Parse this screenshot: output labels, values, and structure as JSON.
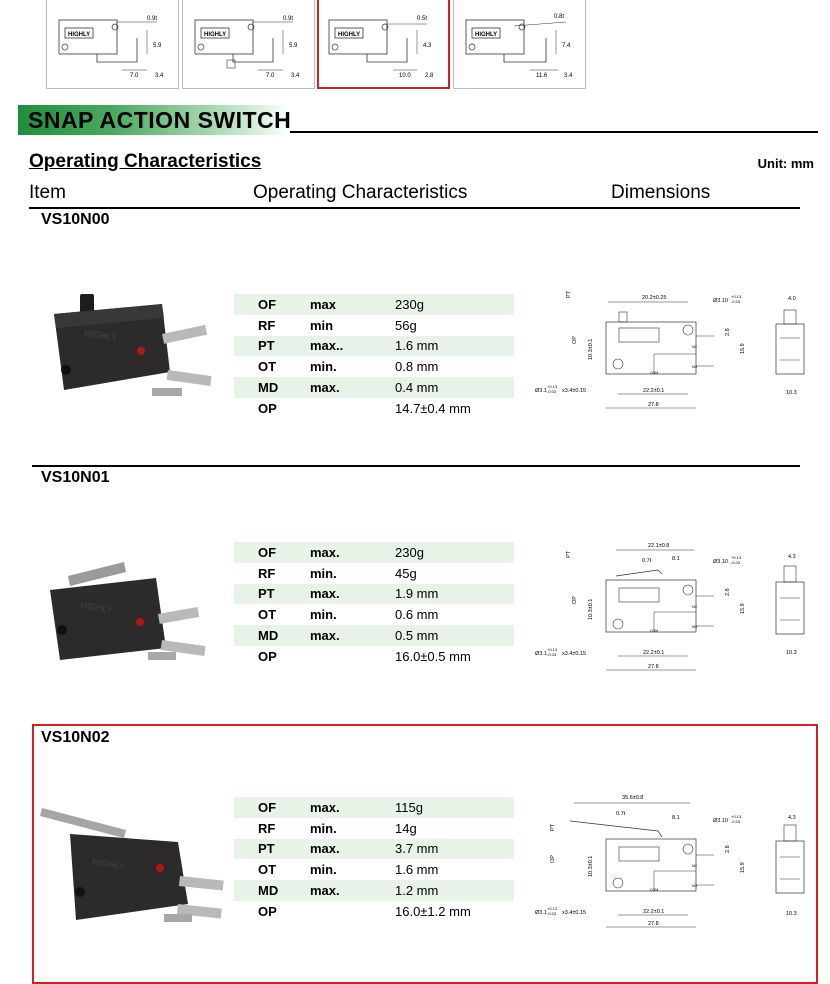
{
  "thumbnails": [
    {
      "brand": "HIGHLY",
      "top_dim": "0.9t",
      "side_dim": "5.9",
      "bottom_dim": "7.0",
      "corner_dim": "3.4"
    },
    {
      "brand": "HIGHLY",
      "top_dim": "0.9t",
      "side_dim": "5.9",
      "bottom_dim": "7.0",
      "corner_dim": "3.4"
    },
    {
      "brand": "HIGHLY",
      "top_dim": "0.5t",
      "side_dim": "4.3",
      "bottom_dim": "10.0",
      "corner_dim": "2.8"
    },
    {
      "brand": "HIGHLY",
      "top_dim": "0.8t",
      "side_dim": "7.4",
      "bottom_dim": "11.6",
      "corner_dim": "3.4"
    }
  ],
  "banner": {
    "title": "SNAP ACTION SWITCH",
    "accent_color": "#1f8e3e"
  },
  "section": {
    "title": "Operating Characteristics",
    "unit": "Unit: mm"
  },
  "columns": {
    "item": "Item",
    "characteristics": "Operating Characteristics",
    "dimensions": "Dimensions"
  },
  "models": [
    {
      "name": "VS10N00",
      "specs": [
        {
          "code": "OF",
          "limit": "max",
          "value": "230g"
        },
        {
          "code": "RF",
          "limit": "min",
          "value": "56g"
        },
        {
          "code": "PT",
          "limit": "max..",
          "value": "1.6 mm"
        },
        {
          "code": "OT",
          "limit": "min.",
          "value": "0.8 mm"
        },
        {
          "code": "MD",
          "limit": "max.",
          "value": "0.4 mm"
        },
        {
          "code": "OP",
          "limit": "",
          "value": "14.7±0.4 mm"
        }
      ],
      "drawing": {
        "top_width": "20.2±0.25",
        "hole": "Ø3.10",
        "hole_tol_plus": "+0.13",
        "hole_tol_minus": "-0.03",
        "side_width": "4.0",
        "side_bottom": "10.3",
        "height_a": "2.8",
        "height_b": "15.9",
        "op_dim": "10.3±0.1",
        "mount": "Ø3.1",
        "mount_tol_plus": "+0.13",
        "mount_tol_minus": "-0.03",
        "mount_spacing": "x3.4±0.15",
        "pitch": "22.2±0.1",
        "length": "27.8",
        "pt": "PT",
        "op": "OP",
        "nc": "NC",
        "no": "NO",
        "com": "COM"
      }
    },
    {
      "name": "VS10N01",
      "specs": [
        {
          "code": "OF",
          "limit": "max.",
          "value": "230g"
        },
        {
          "code": "RF",
          "limit": "min.",
          "value": "45g"
        },
        {
          "code": "PT",
          "limit": "max.",
          "value": "1.9 mm"
        },
        {
          "code": "OT",
          "limit": "min.",
          "value": "0.6 mm"
        },
        {
          "code": "MD",
          "limit": "max.",
          "value": "0.5 mm"
        },
        {
          "code": "OP",
          "limit": "",
          "value": "16.0±0.5 mm"
        }
      ],
      "drawing": {
        "top_width": "22.1±0.8",
        "lever_t": "0.7t",
        "lever_dim": "8.1",
        "hole": "Ø3.10",
        "hole_tol_plus": "+0.13",
        "hole_tol_minus": "-0.03",
        "side_width": "4.3",
        "side_bottom": "10.3",
        "height_a": "2.8",
        "height_b": "15.9",
        "op_dim": "10.3±0.1",
        "mount": "Ø3.1",
        "mount_tol_plus": "+0.13",
        "mount_tol_minus": "-0.03",
        "mount_spacing": "x3.4±0.15",
        "pitch": "22.2±0.1",
        "length": "27.8",
        "pt": "PT",
        "op": "OP",
        "nc": "NC",
        "no": "NO",
        "com": "COM"
      }
    },
    {
      "name": "VS10N02",
      "specs": [
        {
          "code": "OF",
          "limit": "max.",
          "value": "115g"
        },
        {
          "code": "RF",
          "limit": "min.",
          "value": "14g"
        },
        {
          "code": "PT",
          "limit": "max.",
          "value": "3.7 mm"
        },
        {
          "code": "OT",
          "limit": "min.",
          "value": "1.6 mm"
        },
        {
          "code": "MD",
          "limit": "max.",
          "value": "1.2 mm"
        },
        {
          "code": "OP",
          "limit": "",
          "value": "16.0±1.2 mm"
        }
      ],
      "drawing": {
        "top_width": "35.6±0.8",
        "lever_t": "0.7t",
        "lever_dim": "8.1",
        "hole": "Ø3.10",
        "hole_tol_plus": "+0.13",
        "hole_tol_minus": "-0.03",
        "side_width": "4.3",
        "side_bottom": "10.3",
        "height_a": "2.8",
        "height_b": "15.9",
        "op_dim": "10.3±0.1",
        "mount": "Ø3.1",
        "mount_tol_plus": "+0.13",
        "mount_tol_minus": "-0.03",
        "mount_spacing": "x3.4±0.15",
        "pitch": "22.2±0.1",
        "length": "27.8",
        "pt": "PT",
        "op": "OP",
        "nc": "NC",
        "no": "NO",
        "com": "COM"
      }
    }
  ],
  "colors": {
    "highlight_border": "#d32020",
    "row_shade": "#e7f3e6",
    "switch_body": "#2a2a2a"
  }
}
